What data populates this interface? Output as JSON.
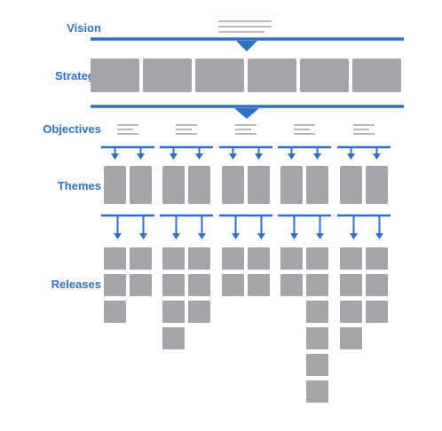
{
  "labels": {
    "vision": "Vision",
    "strategy": "Strategy",
    "objectives": "Objectives",
    "themes": "Themes",
    "releases": "Releases"
  },
  "structure": {
    "strategy_blocks": 6,
    "objectives": 5,
    "themes_per_objective": [
      2,
      2,
      2,
      2,
      2
    ],
    "release_columns": [
      [
        3,
        2
      ],
      [
        4,
        3
      ],
      [
        2,
        2
      ],
      [
        2,
        6
      ],
      [
        4,
        3
      ]
    ]
  },
  "colors": {
    "accent": "#2f6fc6",
    "block": "#a3a5a9",
    "text_line": "#b7b9bc"
  }
}
